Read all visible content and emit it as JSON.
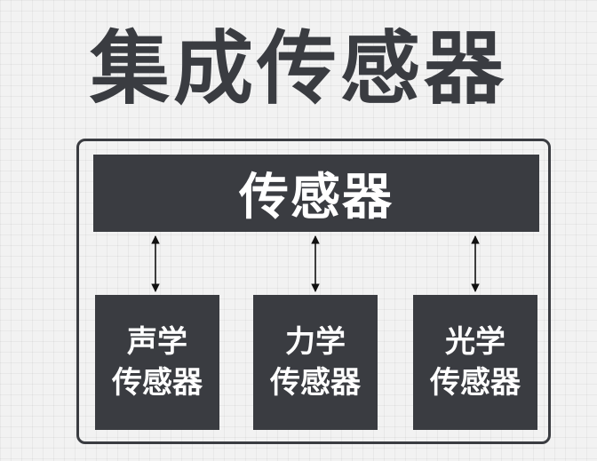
{
  "title": "集成传感器",
  "top_box": {
    "label": "传感器"
  },
  "sub_boxes": [
    {
      "line1": "声学",
      "line2": "传感器"
    },
    {
      "line1": "力学",
      "line2": "传感器"
    },
    {
      "line1": "光学",
      "line2": "传感器"
    }
  ],
  "colors": {
    "dark": "#3a3c41",
    "background": "#f2f2f2",
    "text_light": "#ffffff"
  },
  "connections": [
    {
      "from": "top_box",
      "to": "sub_boxes.0",
      "style": "double-arrow"
    },
    {
      "from": "top_box",
      "to": "sub_boxes.1",
      "style": "double-arrow"
    },
    {
      "from": "top_box",
      "to": "sub_boxes.2",
      "style": "double-arrow"
    }
  ]
}
